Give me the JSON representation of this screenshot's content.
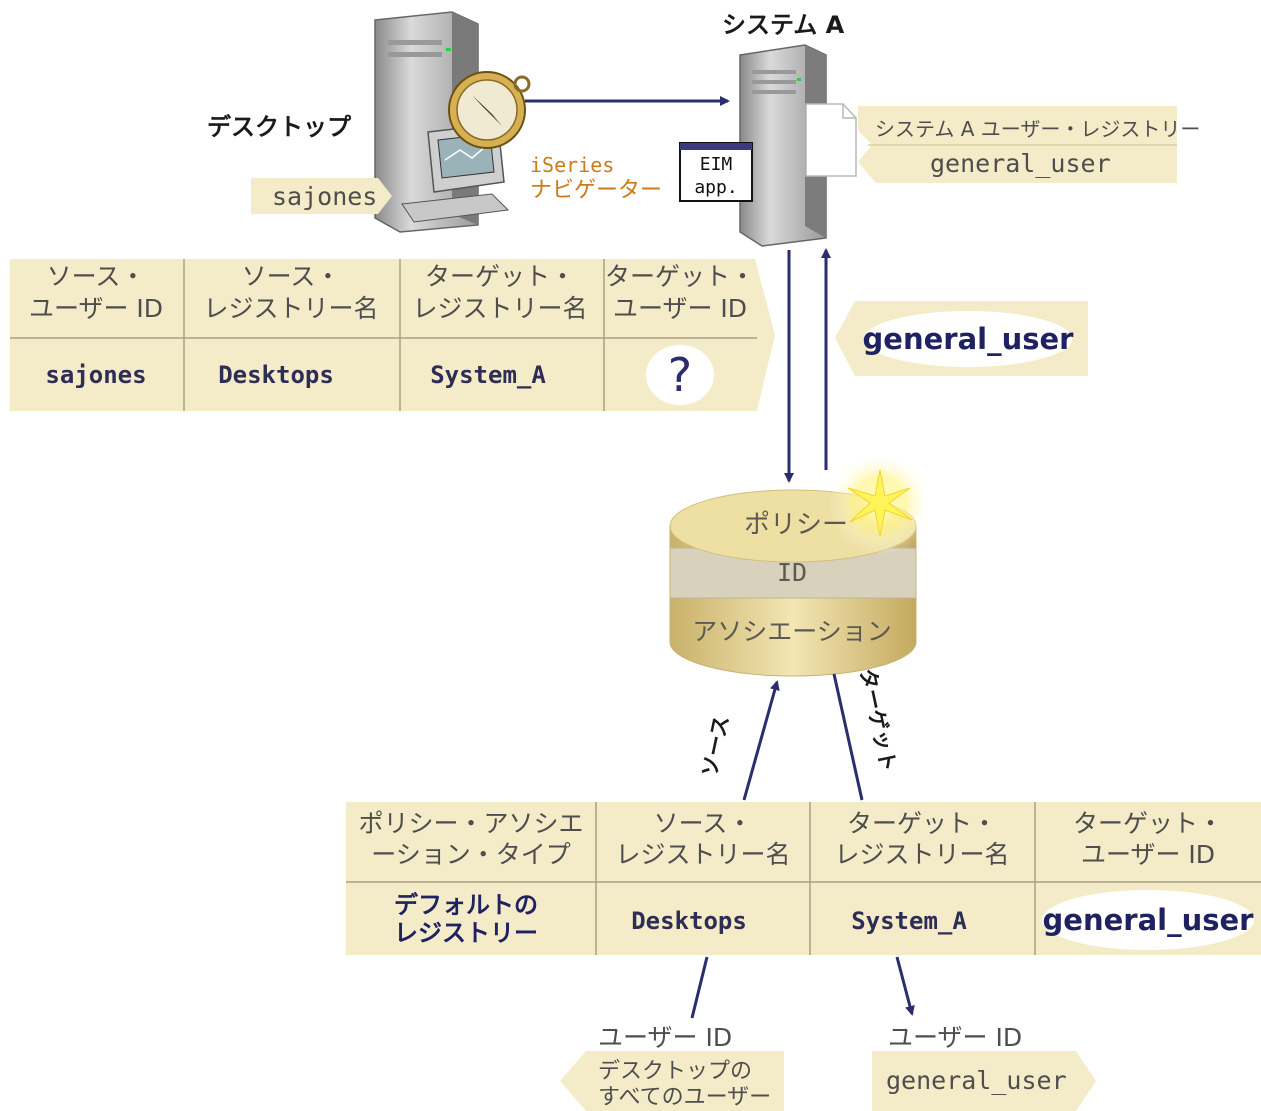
{
  "system_a": {
    "title": "システム A",
    "registry_label": "システム A ユーザー・レジストリー",
    "registry_user": "general_user",
    "app_label_1": "EIM",
    "app_label_2": "app."
  },
  "desktop": {
    "title": "デスクトップ",
    "user": "sajones",
    "navigator_1": "iSeries",
    "navigator_2": "ナビゲーター"
  },
  "top_table": {
    "headers": [
      [
        "ソース・",
        "ユーザー ID"
      ],
      [
        "ソース・",
        "レジストリー名"
      ],
      [
        "ターゲット・",
        "レジストリー名"
      ],
      [
        "ターゲット・",
        "ユーザー ID"
      ]
    ],
    "row": [
      "sajones",
      "Desktops",
      "System_A",
      "?"
    ]
  },
  "returned_user": "general_user",
  "eim_domain": {
    "policy": "ポリシー",
    "id": "ID",
    "association": "アソシエーション",
    "source_label": "ソース",
    "target_label": "ターゲット"
  },
  "bottom_table": {
    "headers": [
      [
        "ポリシー・アソシエ",
        "ーション・タイプ"
      ],
      [
        "ソース・",
        "レジストリー名"
      ],
      [
        "ターゲット・",
        "レジストリー名"
      ],
      [
        "ターゲット・",
        "ユーザー ID"
      ]
    ],
    "row": {
      "type_1": "デフォルトの",
      "type_2": "レジストリー",
      "source_registry": "Desktops",
      "target_registry": "System_A",
      "target_user": "general_user"
    }
  },
  "bottom_left": {
    "label": "ユーザー ID",
    "desc_1": "デスクトップの",
    "desc_2": "すべてのユーザー"
  },
  "bottom_right": {
    "label": "ユーザー ID",
    "value": "general_user"
  }
}
